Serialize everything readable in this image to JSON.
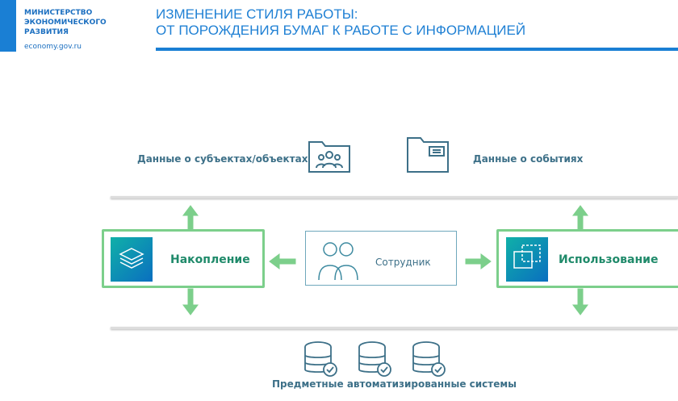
{
  "header": {
    "ministry_lines": [
      "МИНИСТЕРСТВО",
      "ЭКОНОМИЧЕСКОГО",
      "РАЗВИТИЯ"
    ],
    "site": "economy.gov.ru",
    "title_line1": "ИЗМЕНЕНИЕ СТИЛЯ РАБОТЫ:",
    "title_line2": "ОТ ПОРОЖДЕНИЯ БУМАГ К РАБОТЕ С ИНФОРМАЦИЕЙ"
  },
  "diagram": {
    "subjects_label": "Данные о субъектах/объектах",
    "events_label": "Данные о событиях",
    "accumulation": "Накопление",
    "employee": "Сотрудник",
    "usage": "Использование",
    "systems_label": "Предметные автоматизированные системы"
  },
  "colors": {
    "brand": "#1a7fd4",
    "green": "#7ccf8b",
    "teal_text": "#3d7088"
  }
}
